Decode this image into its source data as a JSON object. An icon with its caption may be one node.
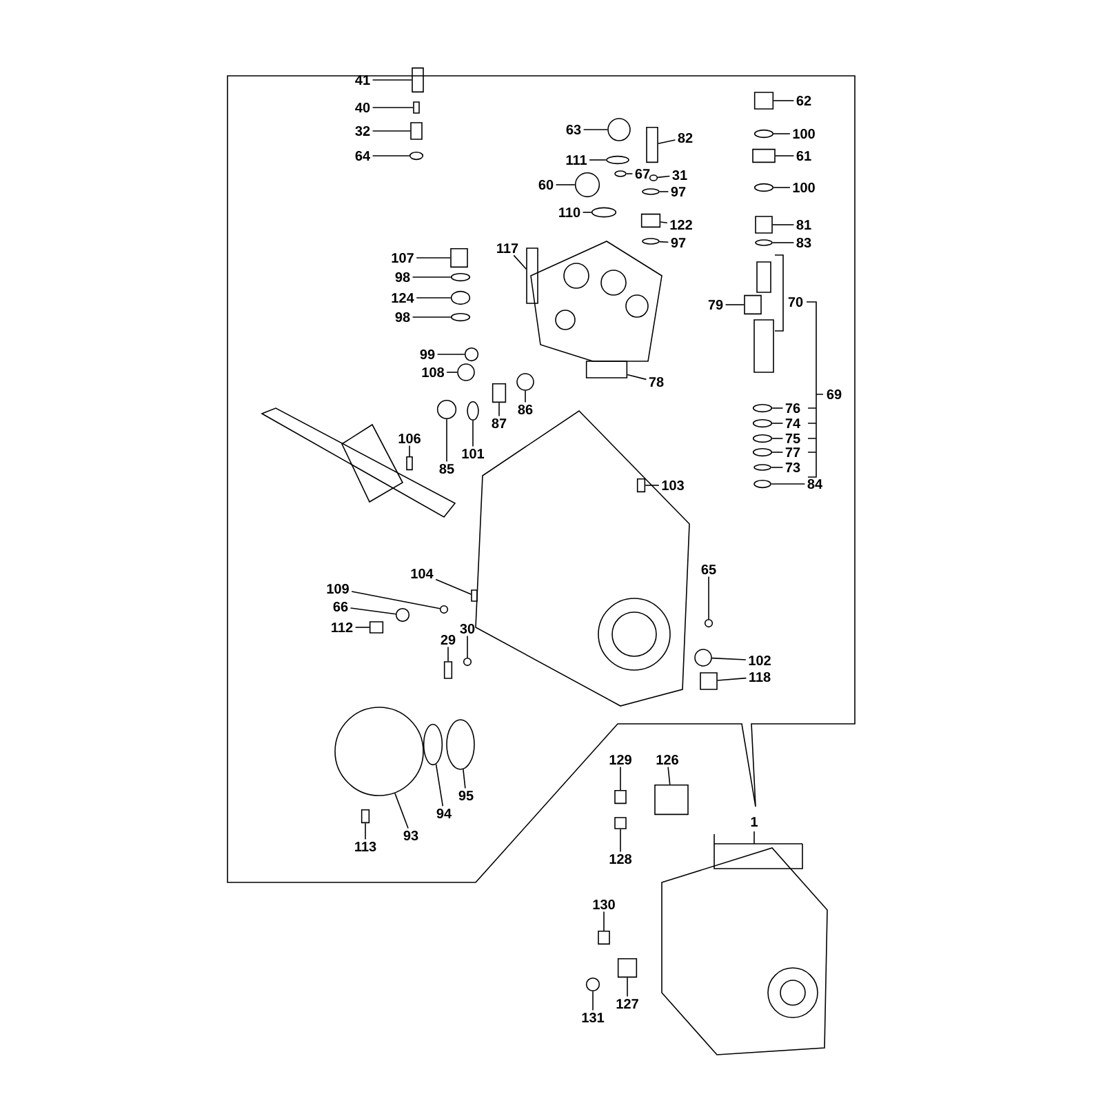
{
  "diagram": {
    "nodes": [
      {
        "text": [
          "41"
        ]
      },
      {
        "text": [
          "40"
        ]
      },
      {
        "text": [
          "32"
        ]
      },
      {
        "text": [
          "64"
        ]
      },
      {
        "text": [
          "63"
        ]
      },
      {
        "text": [
          "111"
        ]
      },
      {
        "text": [
          "60"
        ]
      },
      {
        "text": [
          "110"
        ]
      },
      {
        "text": [
          "67"
        ]
      },
      {
        "text": [
          "82"
        ]
      },
      {
        "text": [
          "31"
        ]
      },
      {
        "text": [
          "97"
        ]
      },
      {
        "text": [
          "122"
        ]
      },
      {
        "text": [
          "97"
        ]
      },
      {
        "text": [
          "62"
        ]
      },
      {
        "text": [
          "100"
        ]
      },
      {
        "text": [
          "61"
        ]
      },
      {
        "text": [
          "100"
        ]
      },
      {
        "text": [
          "81"
        ]
      },
      {
        "text": [
          "83"
        ]
      },
      {
        "text": [
          "79"
        ]
      },
      {
        "text": [
          "70"
        ]
      },
      {
        "text": [
          "69"
        ]
      },
      {
        "text": [
          "76"
        ]
      },
      {
        "text": [
          "74"
        ]
      },
      {
        "text": [
          "75"
        ]
      },
      {
        "text": [
          "77"
        ]
      },
      {
        "text": [
          "73"
        ]
      },
      {
        "text": [
          "84"
        ]
      },
      {
        "text": [
          "107"
        ]
      },
      {
        "text": [
          "98"
        ]
      },
      {
        "text": [
          "124"
        ]
      },
      {
        "text": [
          "98"
        ]
      },
      {
        "text": [
          "117"
        ]
      },
      {
        "text": [
          "99"
        ]
      },
      {
        "text": [
          "108"
        ]
      },
      {
        "text": [
          "78"
        ]
      },
      {
        "text": [
          "87"
        ]
      },
      {
        "text": [
          "86"
        ]
      },
      {
        "text": [
          "85"
        ]
      },
      {
        "text": [
          "101"
        ]
      },
      {
        "text": [
          "106"
        ]
      },
      {
        "text": [
          "103"
        ]
      },
      {
        "text": [
          "104"
        ]
      },
      {
        "text": [
          "109"
        ]
      },
      {
        "text": [
          "66"
        ]
      },
      {
        "text": [
          "112"
        ]
      },
      {
        "text": [
          "65"
        ]
      },
      {
        "text": [
          "29"
        ]
      },
      {
        "text": [
          "30"
        ]
      },
      {
        "text": [
          "102"
        ]
      },
      {
        "text": [
          "118"
        ]
      },
      {
        "text": [
          "95"
        ]
      },
      {
        "text": [
          "94"
        ]
      },
      {
        "text": [
          "93"
        ]
      },
      {
        "text": [
          "113"
        ]
      },
      {
        "text": [
          "129"
        ]
      },
      {
        "text": [
          "126"
        ]
      },
      {
        "text": [
          "1"
        ]
      },
      {
        "text": [
          "128"
        ]
      },
      {
        "text": [
          "130"
        ]
      },
      {
        "text": [
          "127"
        ]
      },
      {
        "text": [
          "131"
        ]
      },
      {
        "text": [],
        "shape": "box"
      },
      {
        "text": [],
        "shape": "box"
      },
      {
        "text": [],
        "shape": "box"
      },
      {
        "text": [],
        "shape": "circle"
      },
      {
        "text": [],
        "shape": "circle"
      },
      {
        "text": [],
        "shape": "circle"
      },
      {
        "text": [],
        "shape": "circle"
      },
      {
        "text": [],
        "shape": "circle"
      },
      {
        "text": [],
        "shape": "circle"
      },
      {
        "text": [],
        "shape": "box"
      },
      {
        "text": [],
        "shape": "circle"
      },
      {
        "text": [],
        "shape": "circle"
      },
      {
        "text": [],
        "shape": "box"
      },
      {
        "text": [],
        "shape": "circle"
      },
      {
        "text": [],
        "shape": "box"
      },
      {
        "text": [],
        "shape": "circle"
      },
      {
        "text": [],
        "shape": "box"
      },
      {
        "text": [],
        "shape": "circle"
      },
      {
        "text": [],
        "shape": "box"
      },
      {
        "text": [],
        "shape": "circle"
      },
      {
        "text": [],
        "shape": "box"
      },
      {
        "text": [],
        "shape": "circle"
      },
      {
        "text": [],
        "shape": "circle"
      },
      {
        "text": [],
        "shape": "circle"
      },
      {
        "text": [],
        "shape": "circle"
      },
      {
        "text": [],
        "shape": "circle"
      },
      {
        "text": [],
        "shape": "circle"
      },
      {
        "text": [],
        "shape": "box"
      },
      {
        "text": [],
        "shape": "circle"
      },
      {
        "text": [],
        "shape": "circle"
      },
      {
        "text": [],
        "shape": "circle"
      },
      {
        "text": [],
        "shape": "box"
      },
      {
        "text": [],
        "shape": "circle"
      },
      {
        "text": [],
        "shape": "circle"
      },
      {
        "text": [],
        "shape": "box"
      },
      {
        "text": [],
        "shape": "box"
      },
      {
        "text": [],
        "shape": "circle"
      },
      {
        "text": [],
        "shape": "circle"
      },
      {
        "text": [],
        "shape": "circle"
      },
      {
        "text": [],
        "shape": "box"
      },
      {
        "text": [],
        "shape": "box"
      },
      {
        "text": [],
        "shape": "box"
      },
      {
        "text": [],
        "shape": "circle"
      },
      {
        "text": [],
        "shape": "circle"
      },
      {
        "text": [],
        "shape": "box"
      },
      {
        "text": [],
        "shape": "circle"
      },
      {
        "text": [],
        "shape": "box"
      },
      {
        "text": [],
        "shape": "circle"
      },
      {
        "text": [],
        "shape": "circle"
      },
      {
        "text": [],
        "shape": "box"
      },
      {
        "text": [],
        "shape": "circle"
      },
      {
        "text": [],
        "shape": "circle"
      },
      {
        "text": [],
        "shape": "circle"
      },
      {
        "text": [],
        "shape": "box"
      },
      {
        "text": [],
        "shape": "box"
      },
      {
        "text": [],
        "shape": "box"
      },
      {
        "text": [],
        "shape": "box"
      },
      {
        "text": [],
        "shape": "box"
      },
      {
        "text": [],
        "shape": "box"
      },
      {
        "text": [],
        "shape": "circle"
      }
    ],
    "edges": [
      {
        "from": 0,
        "to": 63,
        "arrow": "none"
      },
      {
        "from": 1,
        "to": 64,
        "arrow": "none"
      },
      {
        "from": 2,
        "to": 65,
        "arrow": "none"
      },
      {
        "from": 3,
        "to": 66,
        "arrow": "none"
      },
      {
        "from": 4,
        "to": 67,
        "arrow": "none"
      },
      {
        "from": 5,
        "to": 68,
        "arrow": "none"
      },
      {
        "from": 6,
        "to": 69,
        "arrow": "none"
      },
      {
        "from": 7,
        "to": 70,
        "arrow": "none"
      },
      {
        "from": 8,
        "to": 71,
        "arrow": "none"
      },
      {
        "from": 9,
        "to": 72,
        "arrow": "none"
      },
      {
        "from": 10,
        "to": 73,
        "arrow": "none"
      },
      {
        "from": 11,
        "to": 74,
        "arrow": "none"
      },
      {
        "from": 12,
        "to": 75,
        "arrow": "none"
      },
      {
        "from": 13,
        "to": 76,
        "arrow": "none"
      },
      {
        "from": 14,
        "to": 77,
        "arrow": "none"
      },
      {
        "from": 15,
        "to": 78,
        "arrow": "none"
      },
      {
        "from": 16,
        "to": 79,
        "arrow": "none"
      },
      {
        "from": 17,
        "to": 80,
        "arrow": "none"
      },
      {
        "from": 18,
        "to": 81,
        "arrow": "none"
      },
      {
        "from": 19,
        "to": 82,
        "arrow": "none"
      },
      {
        "from": 20,
        "to": 83,
        "arrow": "none"
      },
      {
        "from": 23,
        "to": 84,
        "arrow": "none"
      },
      {
        "from": 24,
        "to": 85,
        "arrow": "none"
      },
      {
        "from": 25,
        "to": 86,
        "arrow": "none"
      },
      {
        "from": 26,
        "to": 87,
        "arrow": "none"
      },
      {
        "from": 27,
        "to": 88,
        "arrow": "none"
      },
      {
        "from": 28,
        "to": 89,
        "arrow": "none"
      },
      {
        "from": 29,
        "to": 90,
        "arrow": "none"
      },
      {
        "from": 30,
        "to": 91,
        "arrow": "none"
      },
      {
        "from": 31,
        "to": 92,
        "arrow": "none"
      },
      {
        "from": 32,
        "to": 93,
        "arrow": "none"
      },
      {
        "from": 33,
        "to": 94,
        "arrow": "none"
      },
      {
        "from": 34,
        "to": 95,
        "arrow": "none"
      },
      {
        "from": 35,
        "to": 96,
        "arrow": "none"
      },
      {
        "from": 36,
        "to": 97,
        "arrow": "none"
      },
      {
        "from": 37,
        "to": 98,
        "arrow": "none"
      },
      {
        "from": 38,
        "to": 99,
        "arrow": "none"
      },
      {
        "from": 39,
        "to": 100,
        "arrow": "none"
      },
      {
        "from": 40,
        "to": 101,
        "arrow": "none"
      },
      {
        "from": 41,
        "to": 102,
        "arrow": "none"
      },
      {
        "from": 42,
        "to": 103,
        "arrow": "none"
      },
      {
        "from": 43,
        "to": 104,
        "arrow": "none"
      },
      {
        "from": 44,
        "to": 105,
        "arrow": "none"
      },
      {
        "from": 45,
        "to": 106,
        "arrow": "none"
      },
      {
        "from": 46,
        "to": 107,
        "arrow": "none"
      },
      {
        "from": 47,
        "to": 108,
        "arrow": "none"
      },
      {
        "from": 48,
        "to": 109,
        "arrow": "none"
      },
      {
        "from": 49,
        "to": 110,
        "arrow": "none"
      },
      {
        "from": 50,
        "to": 111,
        "arrow": "none"
      },
      {
        "from": 51,
        "to": 112,
        "arrow": "none"
      },
      {
        "from": 52,
        "to": 113,
        "arrow": "none"
      },
      {
        "from": 53,
        "to": 114,
        "arrow": "none"
      },
      {
        "from": 54,
        "to": 115,
        "arrow": "none"
      },
      {
        "from": 55,
        "to": 116,
        "arrow": "none"
      },
      {
        "from": 56,
        "to": 117,
        "arrow": "none"
      },
      {
        "from": 57,
        "to": 118,
        "arrow": "none"
      },
      {
        "from": 59,
        "to": 119,
        "arrow": "none"
      },
      {
        "from": 60,
        "to": 120,
        "arrow": "none"
      },
      {
        "from": 61,
        "to": 121,
        "arrow": "none"
      },
      {
        "from": 62,
        "to": 122,
        "arrow": "none"
      }
    ]
  }
}
